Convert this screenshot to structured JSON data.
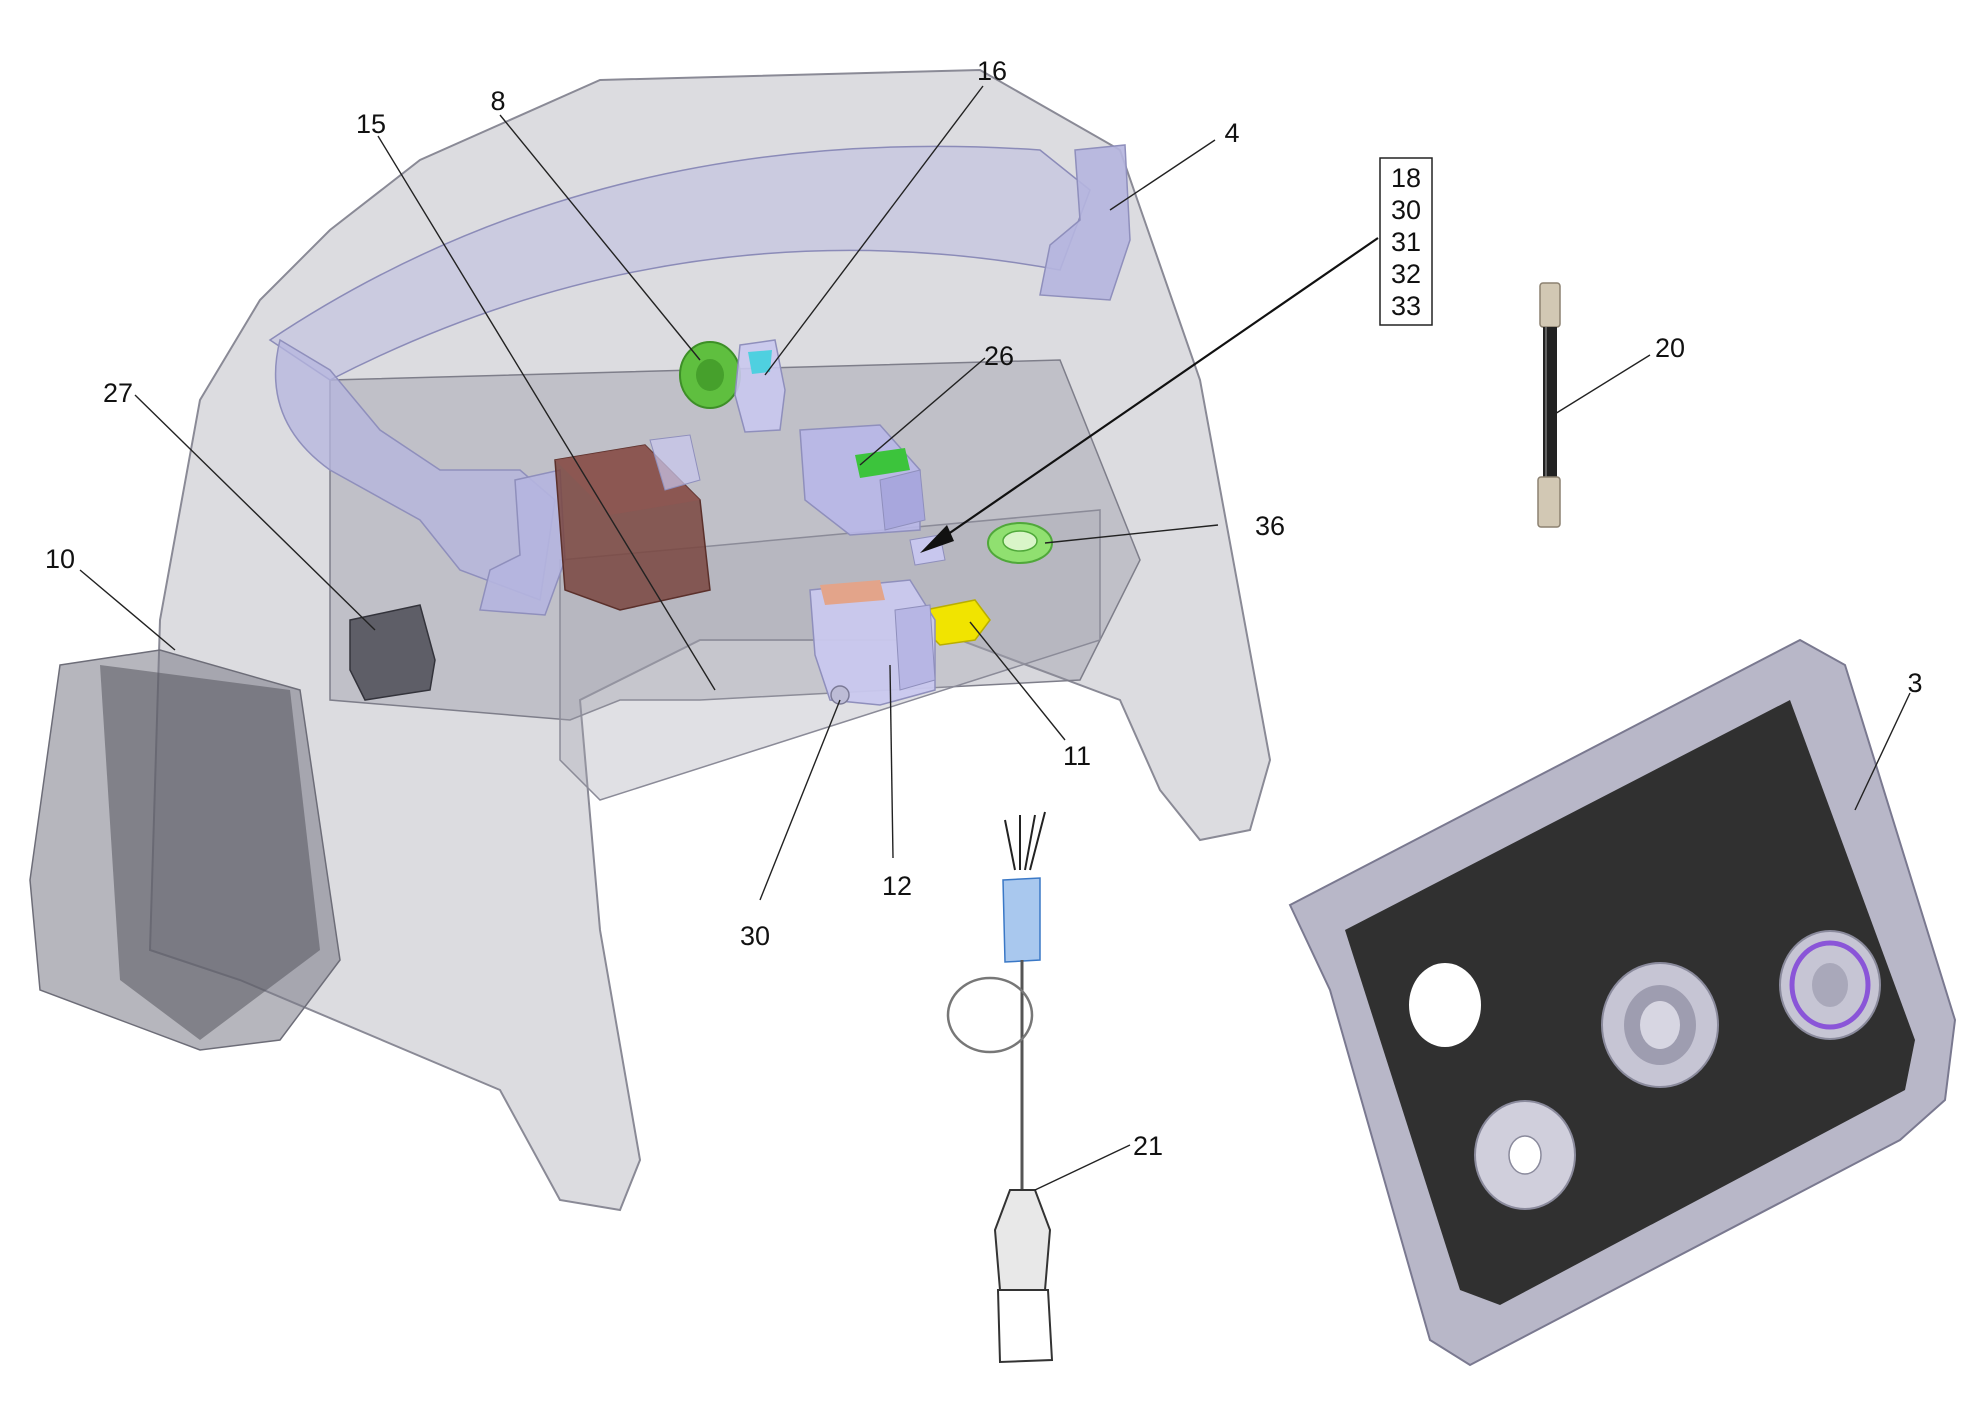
{
  "callouts": {
    "c3": "3",
    "c4": "4",
    "c8": "8",
    "c10": "10",
    "c11": "11",
    "c12": "12",
    "c15": "15",
    "c16": "16",
    "c20": "20",
    "c21": "21",
    "c26": "26",
    "c27": "27",
    "c30": "30",
    "c36": "36"
  },
  "group_box": [
    "18",
    "30",
    "31",
    "32",
    "33"
  ],
  "colors": {
    "housing": "#9a9aa6",
    "frame": "#b5b5df",
    "transformer": "#7a4640",
    "valve": "#5fbf3f",
    "connector": "#f1e400",
    "panel_face": "#303030",
    "panel_rim": "#b8b7c8",
    "knob_ring": "#8a55d8"
  },
  "icons": [
    "hose-plug-icon",
    "cable-bridge-icon",
    "grommet-ring-icon"
  ]
}
